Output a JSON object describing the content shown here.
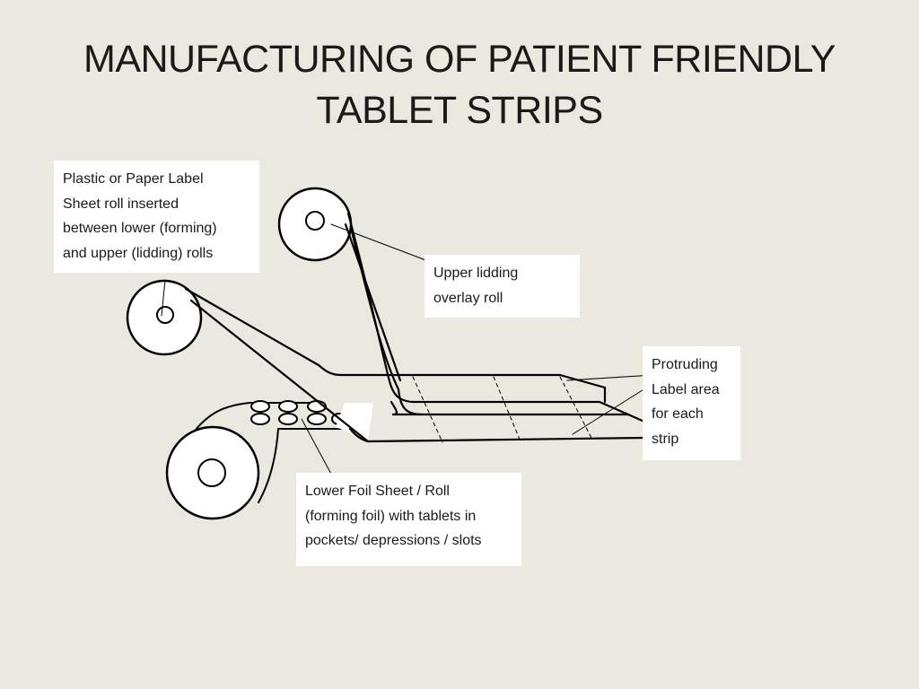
{
  "title": {
    "line1": "MANUFACTURING OF PATIENT FRIENDLY",
    "line2": "TABLET STRIPS"
  },
  "labels": {
    "label_sheet": {
      "lines": [
        "Plastic or Paper Label",
        "Sheet  roll inserted",
        "between lower (forming)",
        "and upper (lidding) rolls"
      ]
    },
    "upper_roll": {
      "lines": [
        "Upper lidding",
        "overlay roll"
      ]
    },
    "protruding": {
      "lines": [
        "Protruding",
        "Label area",
        "for each",
        "strip"
      ]
    },
    "lower_foil": {
      "lines": [
        "Lower Foil Sheet / Roll",
        "(forming foil) with tablets in",
        "pockets/ depressions / slots"
      ]
    }
  },
  "colors": {
    "background": "#ebe8df",
    "label_background": "#ffffff",
    "stroke": "#000000"
  }
}
